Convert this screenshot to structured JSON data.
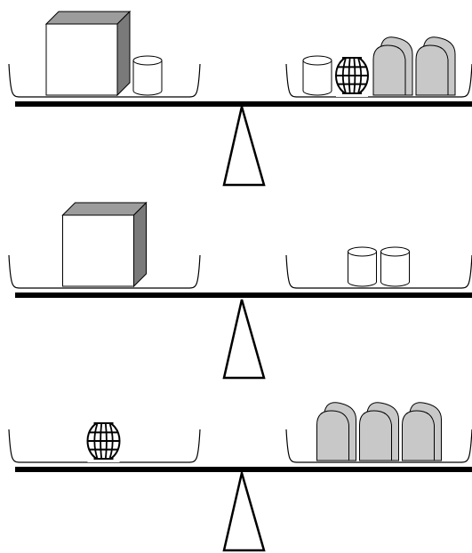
{
  "colors": {
    "line": "#000000",
    "cube_front": "#ffffff",
    "cube_top": "#9c9c9c",
    "cube_side": "#7a7a7a",
    "tombstone_fill": "#c8c8c8",
    "barrel_fill": "#ffffff",
    "background": "#ffffff"
  },
  "scales": [
    {
      "id": "scale-1",
      "balanced": true,
      "left_pan": [
        "cube",
        "cylinder"
      ],
      "right_pan": [
        "cylinder",
        "barrel",
        "tombstone",
        "tombstone"
      ]
    },
    {
      "id": "scale-2",
      "balanced": true,
      "left_pan": [
        "cube"
      ],
      "right_pan": [
        "cylinder",
        "cylinder"
      ]
    },
    {
      "id": "scale-3",
      "balanced": true,
      "left_pan": [
        "barrel"
      ],
      "right_pan": [
        "tombstone",
        "tombstone",
        "tombstone"
      ]
    }
  ]
}
